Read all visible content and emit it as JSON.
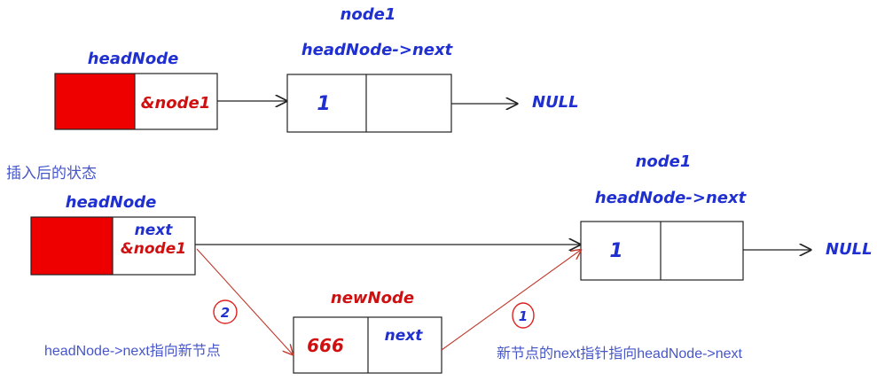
{
  "top": {
    "head_label": "headNode",
    "node_label": "node1",
    "node_sub_label": "headNode->next",
    "head_ptr": "&node1",
    "node_value": "1",
    "null_label": "NULL"
  },
  "bottom": {
    "state_title": "插入后的状态",
    "head_label": "headNode",
    "head_next": "next",
    "head_ptr": "&node1",
    "node_label": "node1",
    "node_sub_label": "headNode->next",
    "node_value": "1",
    "null_label": "NULL",
    "new_node_label": "newNode",
    "new_node_value": "666",
    "new_node_next": "next",
    "step1_marker": "1",
    "step2_marker": "2",
    "step1_caption": "新节点的next指针指向headNode->next",
    "step2_caption": "headNode->next指向新节点"
  },
  "colors": {
    "label_blue": "#1f2fd0",
    "ptr_red": "#d01010",
    "fill_red": "#ee0000",
    "caption_blue": "#4656c9",
    "arrow_red": "#c0392b",
    "line": "#222222"
  }
}
